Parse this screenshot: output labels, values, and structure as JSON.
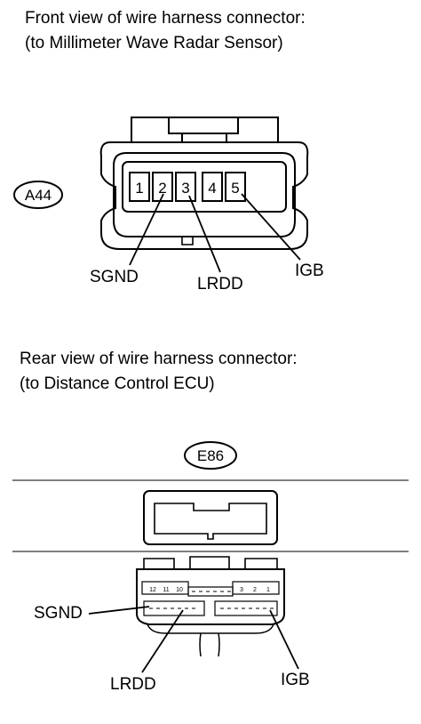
{
  "front": {
    "title_line1": "Front view of wire harness connector:",
    "title_line2": "(to Millimeter Wave Radar Sensor)",
    "code": "A44",
    "pins": [
      "1",
      "2",
      "3",
      "4",
      "5"
    ],
    "labels": {
      "sgnd": "SGND",
      "lrdd": "LRDD",
      "igb": "IGB"
    }
  },
  "rear": {
    "title_line1": "Rear view of wire harness connector:",
    "title_line2": "(to Distance Control ECU)",
    "code": "E86",
    "pins_left": [
      "12",
      "11",
      "10"
    ],
    "pins_right": [
      "3",
      "2",
      "1"
    ],
    "labels": {
      "sgnd": "SGND",
      "lrdd": "LRDD",
      "igb": "IGB"
    }
  }
}
